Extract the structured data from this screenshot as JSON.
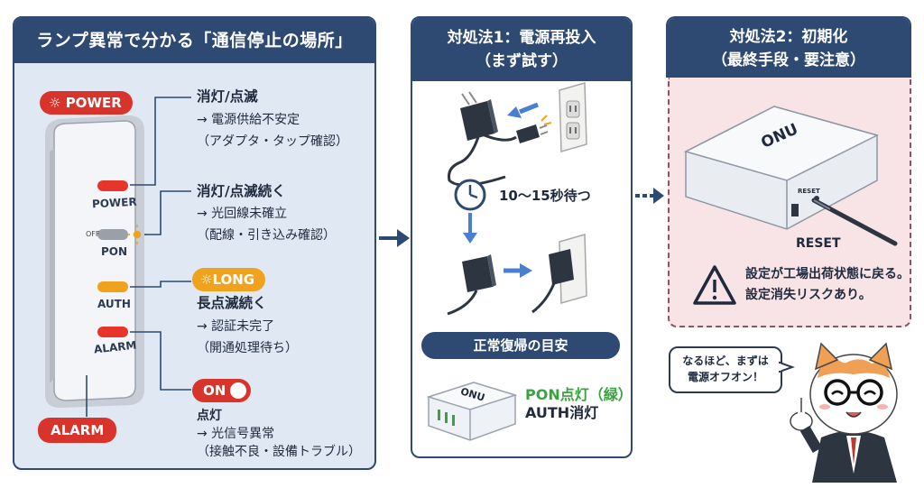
{
  "left": {
    "title": "ランプ異常で分かる「通信停止の場所」",
    "badge_power": "POWER",
    "badge_long": "LONG",
    "badge_on": "ON",
    "badge_alarm": "ALARM",
    "lamps": {
      "power": "POWER",
      "off": "OFF",
      "pon": "PON",
      "auth": "AUTH",
      "alarm": "ALARM"
    },
    "items": [
      {
        "title": "消灯/点滅",
        "arrow": "→ 電源供給不安定",
        "note": "（アダプタ・タップ確認）"
      },
      {
        "title": "消灯/点滅続く",
        "arrow": "→ 光回線未確立",
        "note": "（配線・引き込み確認）"
      },
      {
        "title": "長点滅続く",
        "arrow": "→ 認証未完了",
        "note": "（開通処理待ち）"
      },
      {
        "title": "点灯",
        "arrow": "→ 光信号異常",
        "note": "（接触不良・設備トラブル）"
      }
    ]
  },
  "middle": {
    "title_line1": "対処法1：電源再投入",
    "title_line2": "（まず試す）",
    "wait_label": "10〜15秒待つ",
    "recover_header": "正常復帰の目安",
    "onu_label": "ONU",
    "pon_status": "PON点灯（緑）",
    "auth_status": "AUTH消灯"
  },
  "right": {
    "title_line1": "対処法2：初期化",
    "title_line2": "（最終手段・要注意）",
    "device_label": "ONU",
    "reset_small": "RESET",
    "reset_label": "RESET",
    "warning_line1": "設定が工場出荷状態に戻る。",
    "warning_line2": "設定消失リスクあり。"
  },
  "speech": {
    "line1": "なるほど、まずは",
    "line2": "電源オフオン！"
  },
  "colors": {
    "navy": "#2e4a72",
    "red": "#d9342b",
    "orange": "#f0a21d",
    "green": "#3aa33f",
    "pink_bg": "#f8e4e6",
    "blue_bg": "#dfe8f3"
  }
}
